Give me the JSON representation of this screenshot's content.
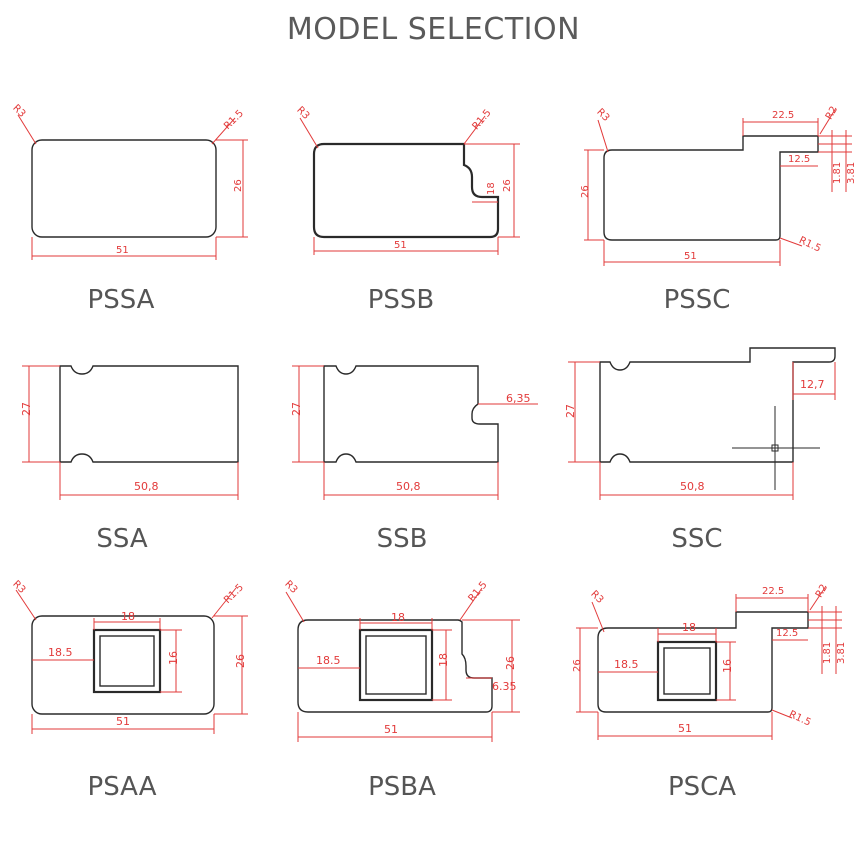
{
  "title": "MODEL SELECTION",
  "models": [
    {
      "name": "PSSA",
      "dims": [
        "R3",
        "R1.5",
        "26",
        "51"
      ]
    },
    {
      "name": "PSSB",
      "dims": [
        "R3",
        "R1.5",
        "26",
        "18",
        "51"
      ]
    },
    {
      "name": "PSSC",
      "dims": [
        "R3",
        "22.5",
        "R2",
        "12.5",
        "1.81",
        "3.81",
        "26",
        "R1.5",
        "51"
      ]
    },
    {
      "name": "SSA",
      "dims": [
        "27",
        "50,8"
      ]
    },
    {
      "name": "SSB",
      "dims": [
        "27",
        "6,35",
        "50,8"
      ]
    },
    {
      "name": "SSC",
      "dims": [
        "27",
        "12,7",
        "50,8"
      ]
    },
    {
      "name": "PSAA",
      "dims": [
        "R3",
        "R1.5",
        "18",
        "18.5",
        "16",
        "26",
        "51"
      ]
    },
    {
      "name": "PSBA",
      "dims": [
        "R3",
        "R1.5",
        "18",
        "18.5",
        "18",
        "26",
        "6.35",
        "51"
      ]
    },
    {
      "name": "PSCA",
      "dims": [
        "R3",
        "22.5",
        "R2",
        "18",
        "12.5",
        "18.5",
        "16",
        "1.81",
        "3.81",
        "26",
        "R1.5",
        "51"
      ]
    }
  ]
}
